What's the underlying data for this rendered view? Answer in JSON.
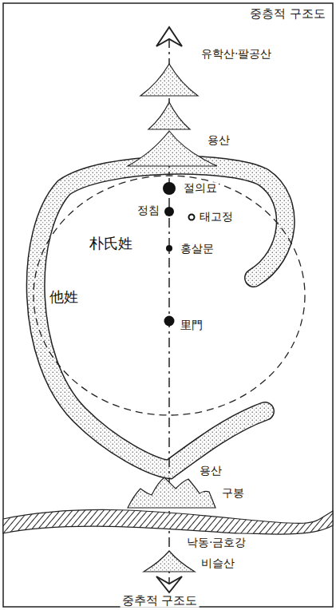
{
  "diagram": {
    "title": "중층적 구조도",
    "caption": "중추적 구조도",
    "labels": [
      "유학산·팔공산",
      "용산",
      "절의묘",
      "정침",
      "태고정",
      "朴氏姓",
      "홍살문",
      "他姓",
      "里門",
      "용산",
      "구봉",
      "낙동·금호강",
      "비슬산"
    ]
  }
}
